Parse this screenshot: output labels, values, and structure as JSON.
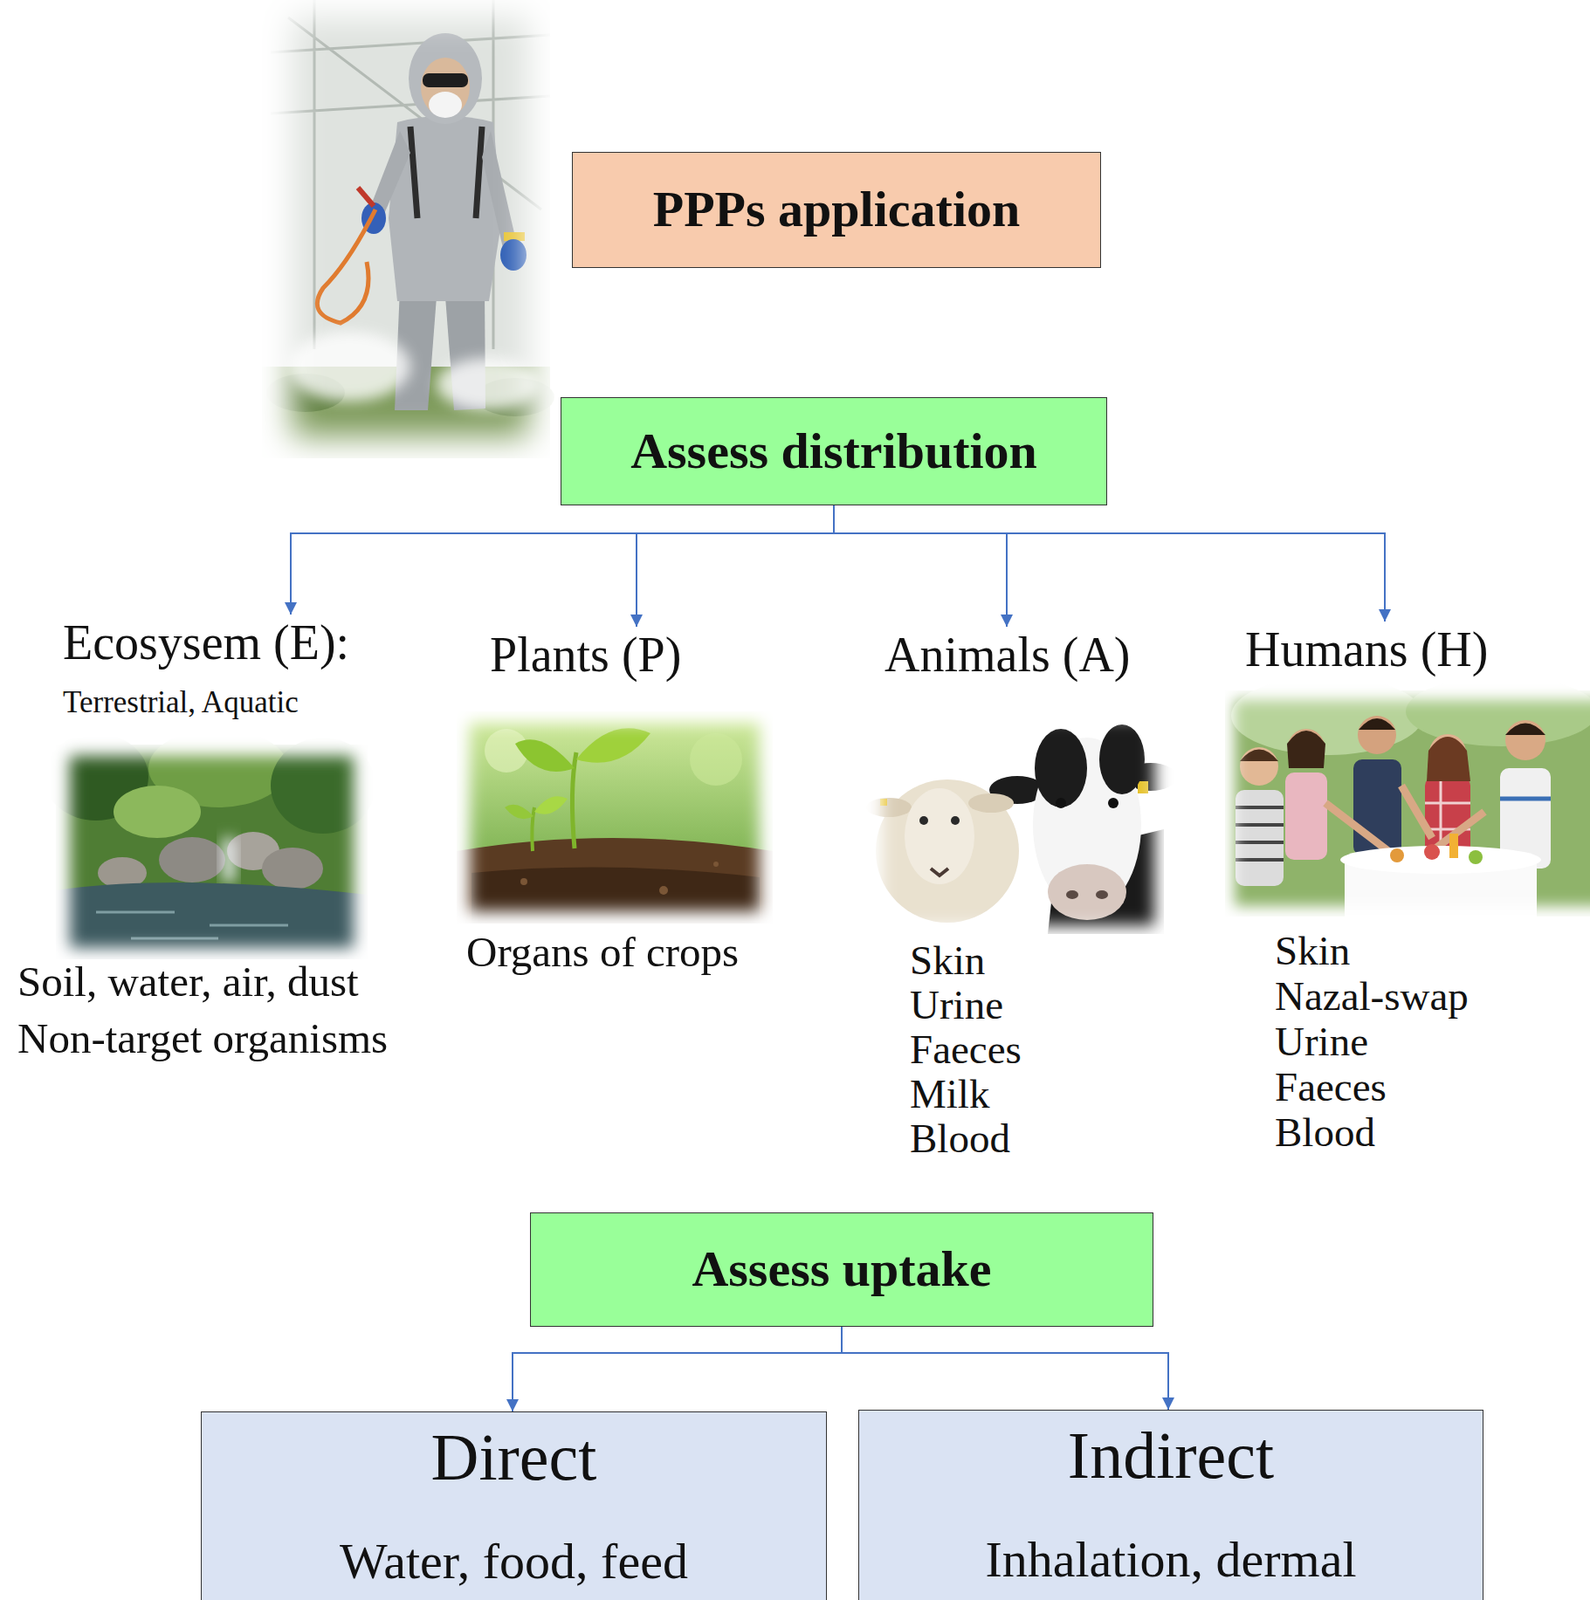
{
  "diagram": {
    "nodes": [
      {
        "text": [
          "PPPs application"
        ]
      },
      {
        "text": [
          "Assess distribution"
        ]
      },
      {
        "text": [
          "Ecosysem (E):",
          "Terrestrial, Aquatic",
          "Soil, water, air, dust",
          "Non-target organisms"
        ]
      },
      {
        "text": [
          "Plants (P)",
          "Organs of crops"
        ]
      },
      {
        "text": [
          "Animals (A)",
          "Skin",
          "Urine",
          "Faeces",
          "Milk",
          "Blood"
        ]
      },
      {
        "text": [
          "Humans (H)",
          "Skin",
          "Nazal-swap",
          "Urine",
          "Faeces",
          "Blood"
        ]
      },
      {
        "text": [
          "Assess uptake"
        ]
      },
      {
        "text": [
          "Direct",
          "Water, food, feed"
        ]
      },
      {
        "text": [
          "Indirect",
          "Inhalation, dermal"
        ]
      }
    ],
    "edges": [
      {
        "from": 1,
        "to": 2,
        "arrow": "to"
      },
      {
        "from": 1,
        "to": 3,
        "arrow": "to"
      },
      {
        "from": 1,
        "to": 4,
        "arrow": "to"
      },
      {
        "from": 1,
        "to": 5,
        "arrow": "to"
      },
      {
        "from": 6,
        "to": 7,
        "arrow": "to"
      },
      {
        "from": 6,
        "to": 8,
        "arrow": "to"
      }
    ]
  }
}
